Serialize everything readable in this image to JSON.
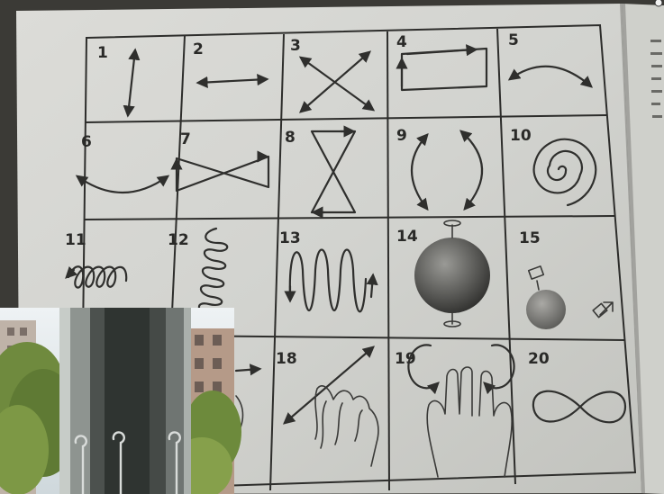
{
  "book": {
    "exercise_numbers": [
      "1",
      "2",
      "3",
      "4",
      "5",
      "6",
      "7",
      "8",
      "9",
      "10",
      "11",
      "12",
      "13",
      "14",
      "15",
      "18",
      "19",
      "20"
    ]
  },
  "cells": [
    {
      "number": "1",
      "figure": "vertical-double-arrow-icon"
    },
    {
      "number": "2",
      "figure": "horizontal-double-arrow-icon"
    },
    {
      "number": "3",
      "figure": "diagonal-cross-arrows-icon"
    },
    {
      "number": "4",
      "figure": "rectangle-loop-icon"
    },
    {
      "number": "5",
      "figure": "arc-up-icon"
    },
    {
      "number": "6",
      "figure": "arc-down-icon"
    },
    {
      "number": "7",
      "figure": "horizontal-hourglass-icon"
    },
    {
      "number": "8",
      "figure": "vertical-hourglass-icon"
    },
    {
      "number": "9",
      "figure": "oval-arrows-icon"
    },
    {
      "number": "10",
      "figure": "spiral-icon"
    },
    {
      "number": "11",
      "figure": "horizontal-coil-icon"
    },
    {
      "number": "12",
      "figure": "vertical-coil-icon"
    },
    {
      "number": "13",
      "figure": "zigzag-wave-icon"
    },
    {
      "number": "14",
      "figure": "sphere-rotation-icon"
    },
    {
      "number": "15",
      "figure": "small-sphere-icon"
    },
    {
      "number": "18",
      "figure": "palms-diagonal-icon"
    },
    {
      "number": "19",
      "figure": "fingers-circles-icon"
    },
    {
      "number": "20",
      "figure": "infinity-icon"
    }
  ]
}
